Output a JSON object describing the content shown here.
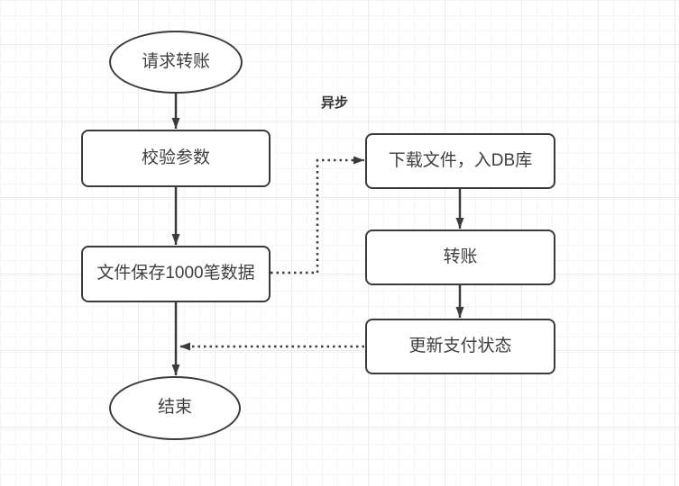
{
  "diagram": {
    "async_label": "异步",
    "nodes": [
      {
        "id": "start",
        "shape": "ellipse",
        "label": "请求转账"
      },
      {
        "id": "validate-params",
        "shape": "rounded-rect",
        "label": "校验参数"
      },
      {
        "id": "save-file",
        "shape": "rounded-rect",
        "label": "文件保存1000笔数据"
      },
      {
        "id": "end",
        "shape": "ellipse",
        "label": "结束"
      },
      {
        "id": "download-file",
        "shape": "rounded-rect",
        "label": "下载文件，入DB库"
      },
      {
        "id": "transfer",
        "shape": "rounded-rect",
        "label": "转账"
      },
      {
        "id": "update-payment-status",
        "shape": "rounded-rect",
        "label": "更新支付状态"
      }
    ],
    "edges": [
      {
        "from": "start",
        "to": "validate-params",
        "style": "solid"
      },
      {
        "from": "validate-params",
        "to": "save-file",
        "style": "solid"
      },
      {
        "from": "save-file",
        "to": "end",
        "style": "solid"
      },
      {
        "from": "save-file",
        "to": "download-file",
        "style": "dotted"
      },
      {
        "from": "download-file",
        "to": "transfer",
        "style": "solid"
      },
      {
        "from": "transfer",
        "to": "update-payment-status",
        "style": "solid"
      },
      {
        "from": "update-payment-status",
        "to": "main-flow-line",
        "style": "dotted"
      }
    ],
    "colors": {
      "stroke": "#3b3b3b",
      "text": "#3f3f3f",
      "background": "#ffffff",
      "grid_minor": "#f5f5f5",
      "grid_major": "#ececec"
    }
  }
}
